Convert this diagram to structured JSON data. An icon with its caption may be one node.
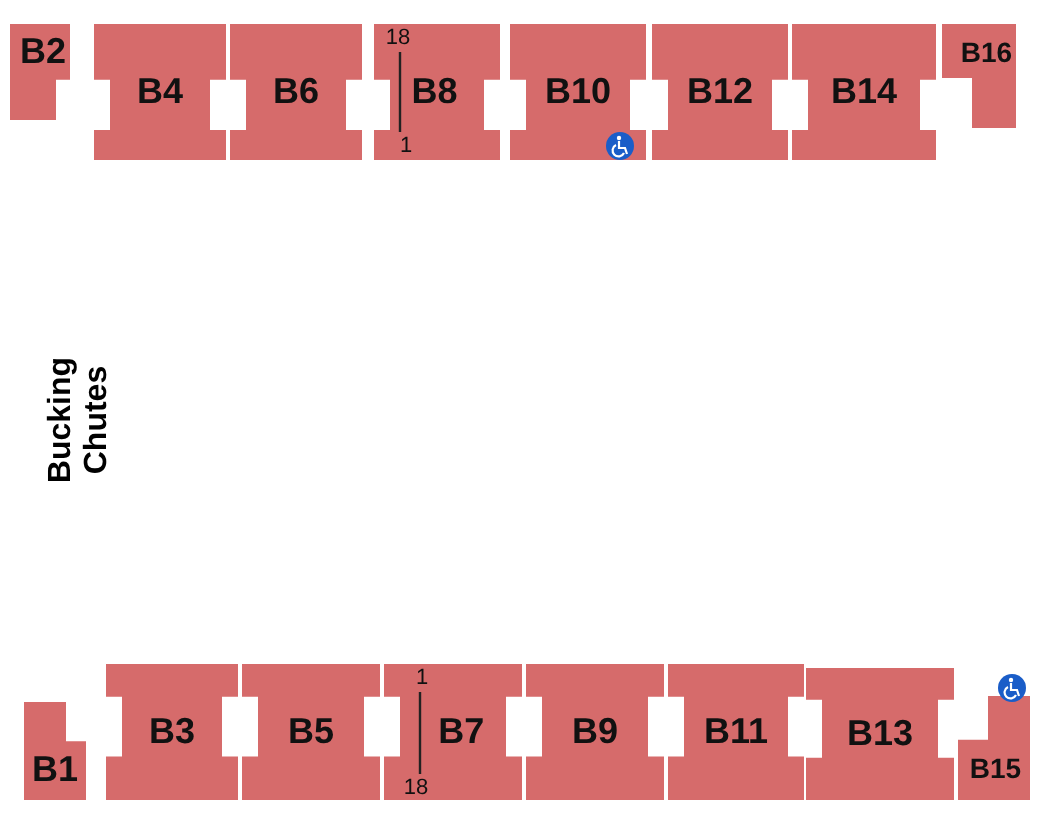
{
  "diagram": {
    "nodes": [
      {
        "text": [
          "B2"
        ]
      },
      {
        "text": [
          "B4"
        ]
      },
      {
        "text": [
          "B6"
        ]
      },
      {
        "text": [
          "B8"
        ]
      },
      {
        "text": [
          "B10"
        ]
      },
      {
        "text": [
          "B12"
        ]
      },
      {
        "text": [
          "B14"
        ]
      },
      {
        "text": [
          "B16"
        ]
      },
      {
        "text": [
          "B1"
        ]
      },
      {
        "text": [
          "B3"
        ]
      },
      {
        "text": [
          "B5"
        ]
      },
      {
        "text": [
          "B7"
        ]
      },
      {
        "text": [
          "B9"
        ]
      },
      {
        "text": [
          "B11"
        ]
      },
      {
        "text": [
          "B13"
        ]
      },
      {
        "text": [
          "B15"
        ]
      }
    ],
    "edges": [],
    "labels": [
      "18",
      "1",
      "Bucking Chutes",
      "1",
      "18"
    ]
  }
}
